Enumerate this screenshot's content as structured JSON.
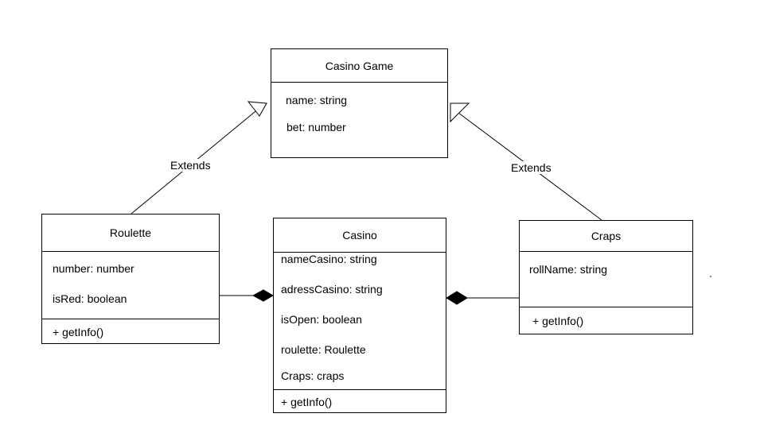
{
  "colors": {
    "stroke": "#000000",
    "background": "#ffffff"
  },
  "classes": {
    "casino_game": {
      "name": "Casino Game",
      "attributes": [
        "name: string",
        "bet: number"
      ]
    },
    "roulette": {
      "name": "Roulette",
      "attributes": [
        "number: number",
        "isRed: boolean"
      ],
      "operations": [
        "+  getInfo()"
      ]
    },
    "casino": {
      "name": "Casino",
      "attributes": [
        "nameCasino: string",
        "adressCasino: string",
        "isOpen: boolean",
        "roulette: Roulette",
        "Craps: craps"
      ],
      "operations": [
        "+  getInfo()"
      ]
    },
    "craps": {
      "name": "Craps",
      "attributes": [
        "rollName: string"
      ],
      "operations": [
        "+  getInfo()"
      ]
    }
  },
  "relations": {
    "roulette_extends_label": "Extends",
    "craps_extends_label": "Extends",
    "roulette_to_casino": "composition",
    "craps_to_casino": "composition",
    "roulette_to_casino_game": "generalization",
    "craps_to_casino_game": "generalization"
  }
}
